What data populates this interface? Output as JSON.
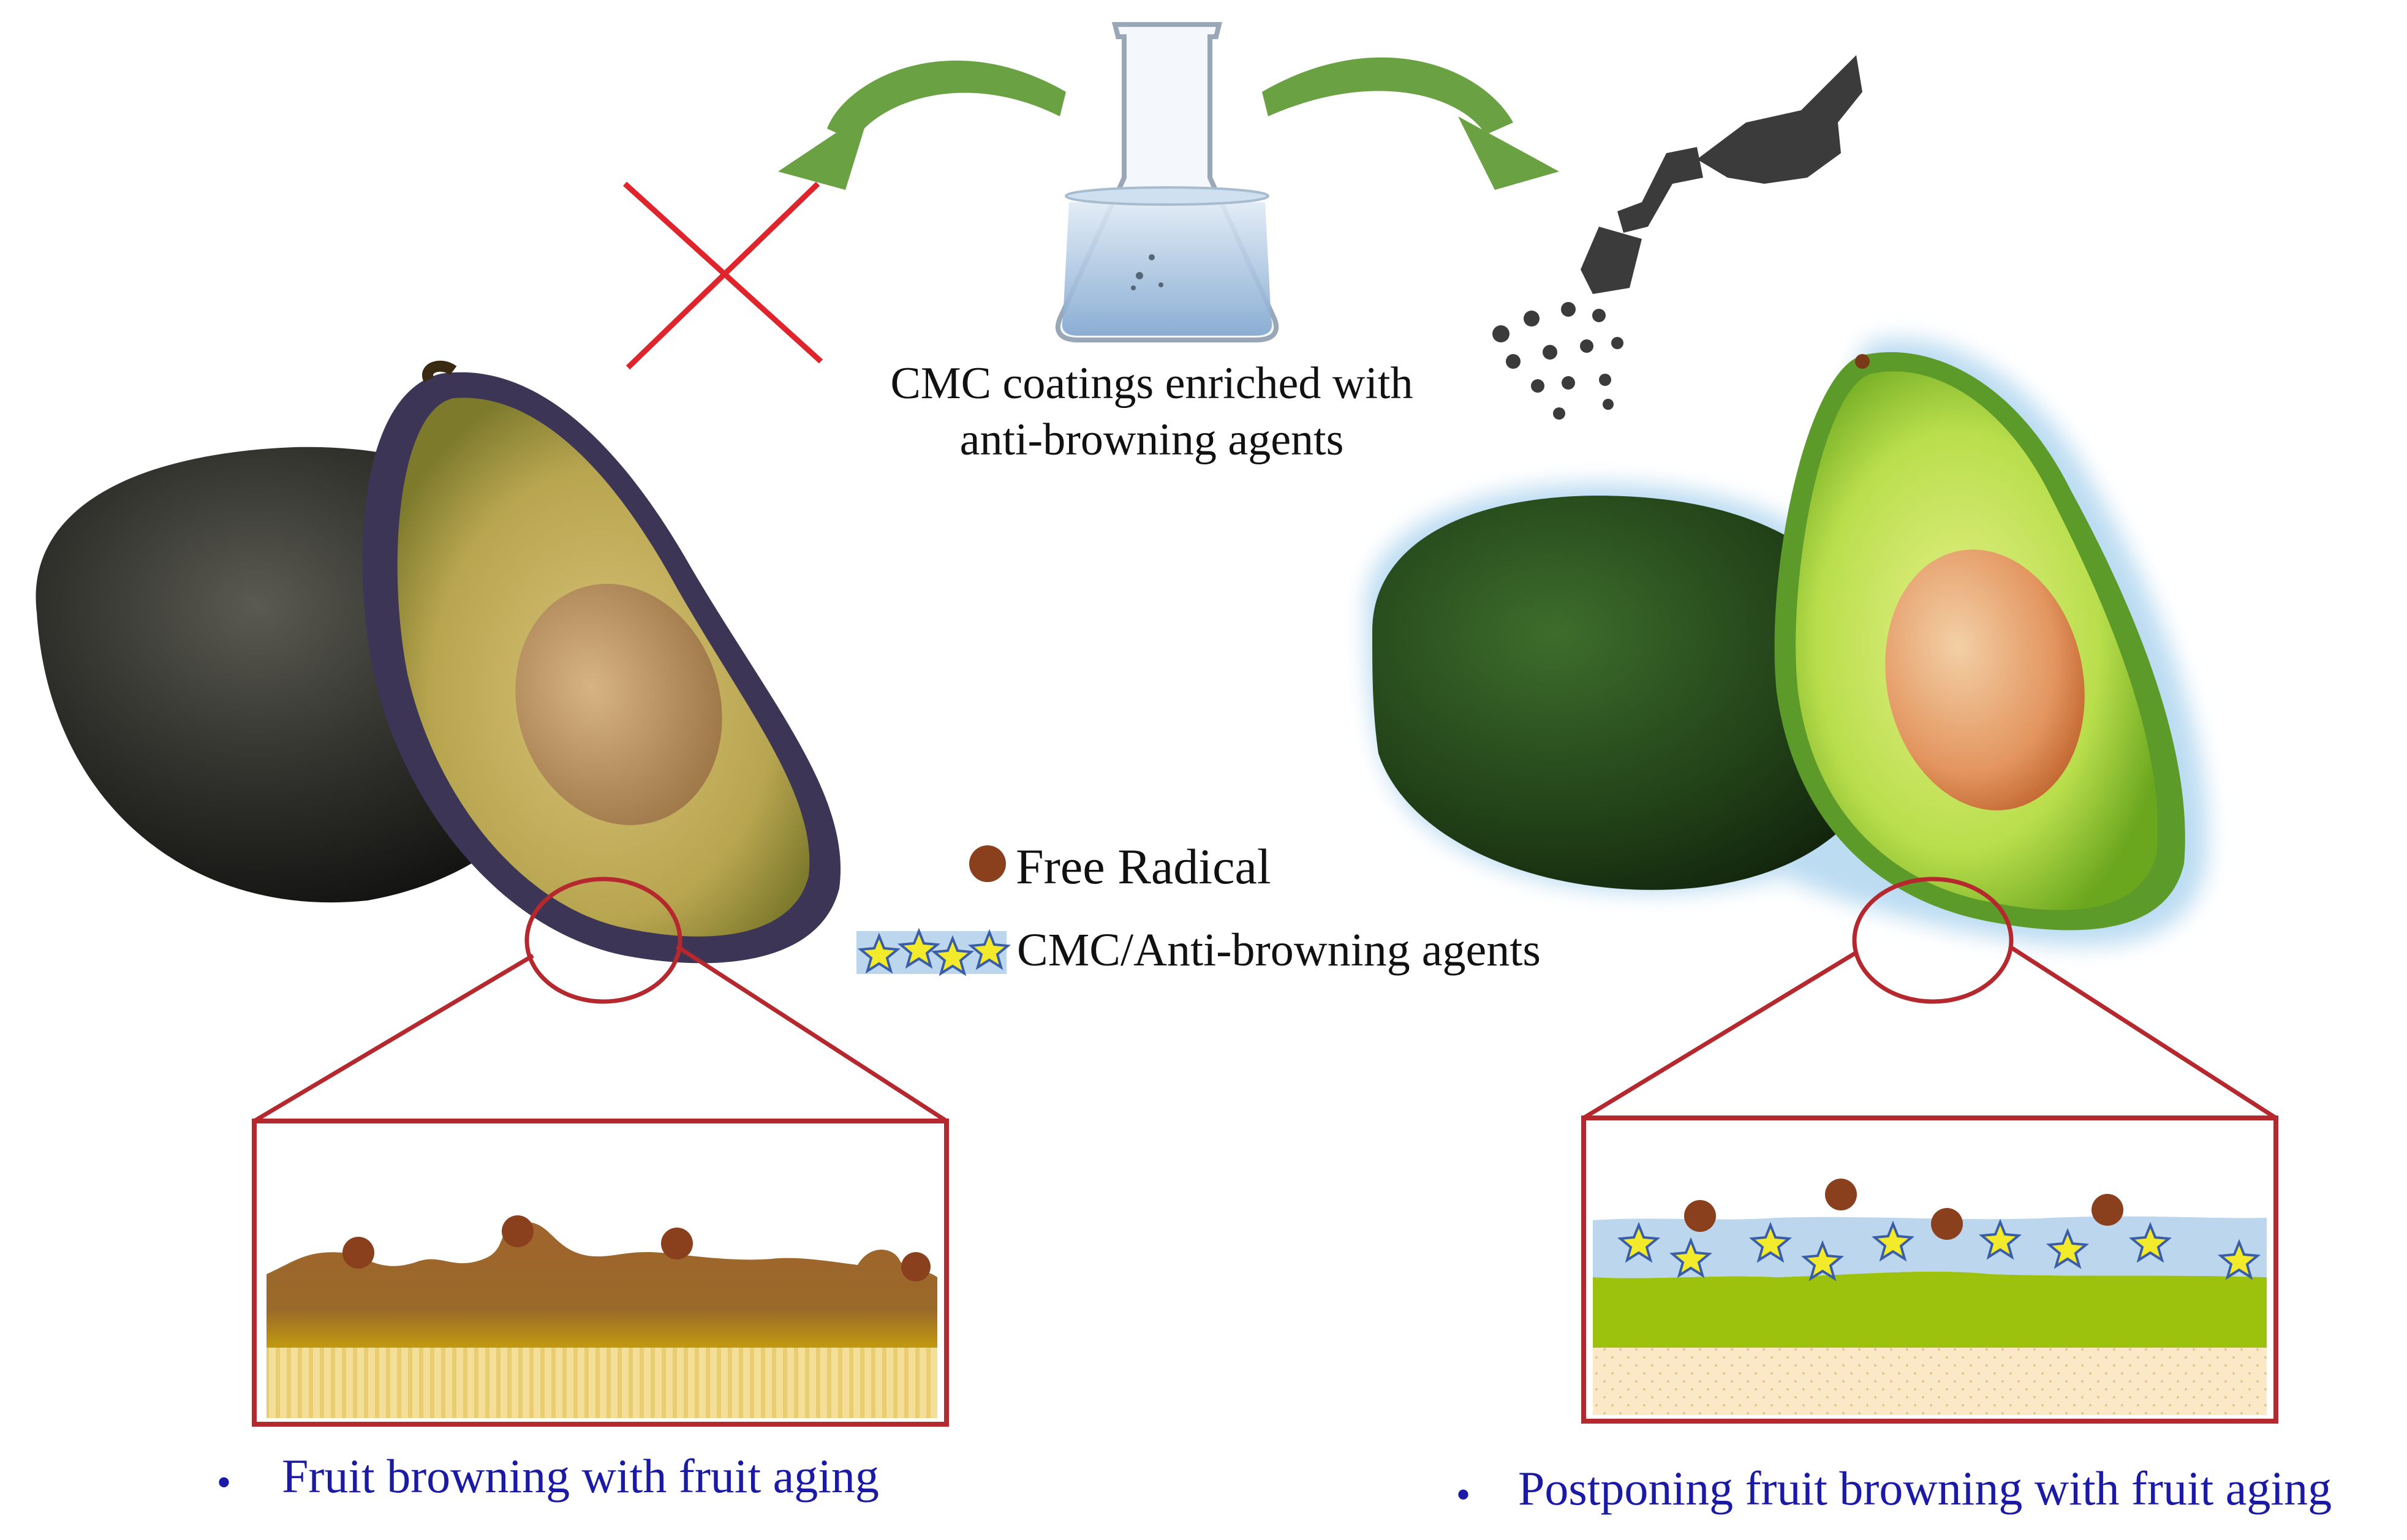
{
  "caption": {
    "line1": "CMC coatings enriched with",
    "line2": "anti-browning agents"
  },
  "legend": {
    "free_radical": "Free Radical",
    "cmc_agents": "CMC/Anti-browning agents"
  },
  "outcomes": {
    "left": "Fruit browning with fruit aging",
    "right": "Postponing fruit browning with fruit aging"
  },
  "colors": {
    "arrow": "#6aa243",
    "cross": "#e0242c",
    "zoom": "#b5282e",
    "radical": "#8a3f1d",
    "coating": "#bcd6ee",
    "star": "#f2ea2a",
    "browned": "#a0642c",
    "fresh_flesh": "#9cc20d",
    "bullet_text": "#1a1aa6"
  }
}
